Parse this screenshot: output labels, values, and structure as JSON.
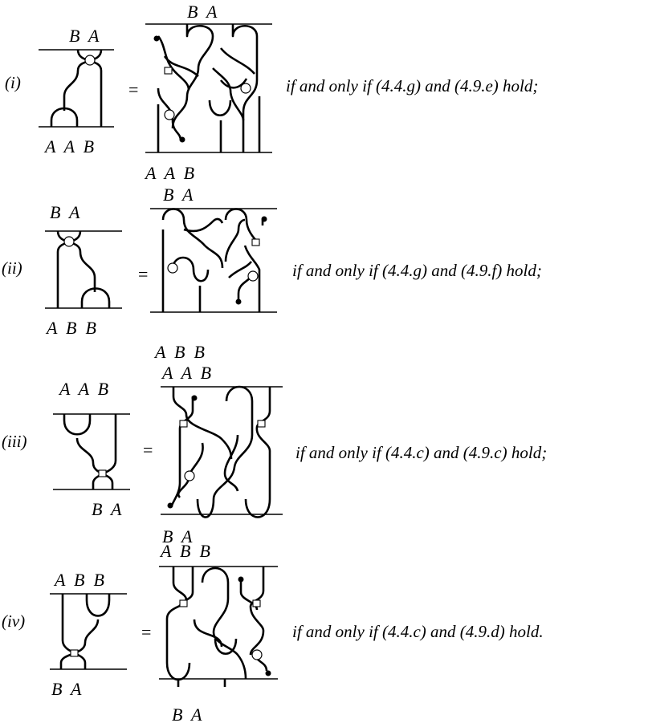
{
  "rows": [
    {
      "label": "(i)",
      "equals": "=",
      "condition": "if and only if (4.4.g) and (4.9.e) hold;",
      "lhs": {
        "top": "B A",
        "bottom": "A A B"
      },
      "rhs": {
        "top": "B A",
        "bottom": "A A B"
      }
    },
    {
      "label": "(ii)",
      "equals": "=",
      "condition": "if and only if (4.4.g) and (4.9.f) hold;",
      "lhs": {
        "top": "B A",
        "bottom": "A B B"
      },
      "rhs": {
        "top": "B A",
        "bottom": "A B B"
      }
    },
    {
      "label": "(iii)",
      "equals": "=",
      "condition": "if and only if (4.4.c) and (4.9.c) hold;",
      "lhs": {
        "top": "A A B",
        "bottom": "B A"
      },
      "rhs": {
        "top": "A A B",
        "bottom": "B A"
      }
    },
    {
      "label": "(iv)",
      "equals": "=",
      "condition": "if and only if (4.4.c) and (4.9.d) hold.",
      "lhs": {
        "top": "A B B",
        "bottom": "B A"
      },
      "rhs": {
        "top": "A B B",
        "bottom": "B A"
      }
    }
  ]
}
